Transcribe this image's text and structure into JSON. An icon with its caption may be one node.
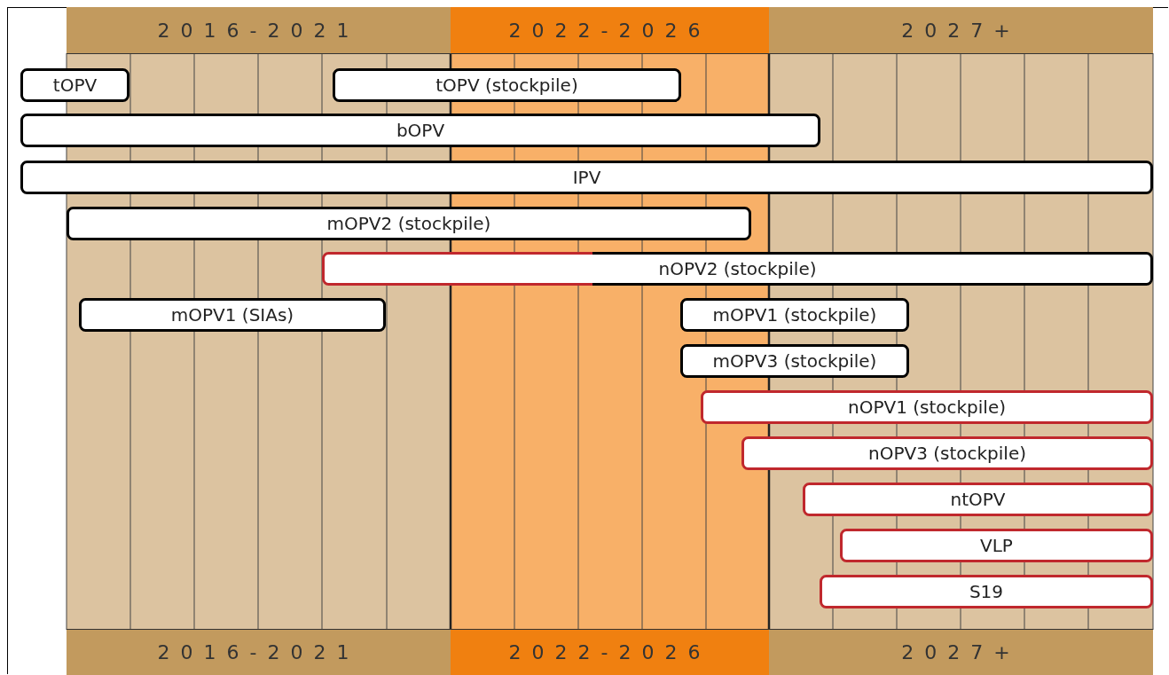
{
  "diagram": {
    "nodes": [
      {
        "text": [
          "2016-2021"
        ]
      },
      {
        "text": [
          "2022-2026"
        ]
      },
      {
        "text": [
          "2027+"
        ]
      },
      {
        "text": [
          "tOPV"
        ]
      },
      {
        "text": [
          "tOPV (stockpile)"
        ]
      },
      {
        "text": [
          "bOPV"
        ]
      },
      {
        "text": [
          "IPV"
        ]
      },
      {
        "text": [
          "mOPV2 (stockpile)"
        ]
      },
      {
        "text": [
          "nOPV2 (stockpile)"
        ]
      },
      {
        "text": [
          "mOPV1 (SIAs)"
        ]
      },
      {
        "text": [
          "mOPV1 (stockpile)"
        ]
      },
      {
        "text": [
          "mOPV3 (stockpile)"
        ]
      },
      {
        "text": [
          "nOPV1 (stockpile)"
        ]
      },
      {
        "text": [
          "nOPV3 (stockpile)"
        ]
      },
      {
        "text": [
          "ntOPV"
        ]
      },
      {
        "text": [
          "VLP"
        ]
      },
      {
        "text": [
          "S19"
        ]
      },
      {
        "text": [
          "2016-2021"
        ]
      },
      {
        "text": [
          "2022-2026"
        ]
      },
      {
        "text": [
          "2027+"
        ]
      }
    ]
  }
}
